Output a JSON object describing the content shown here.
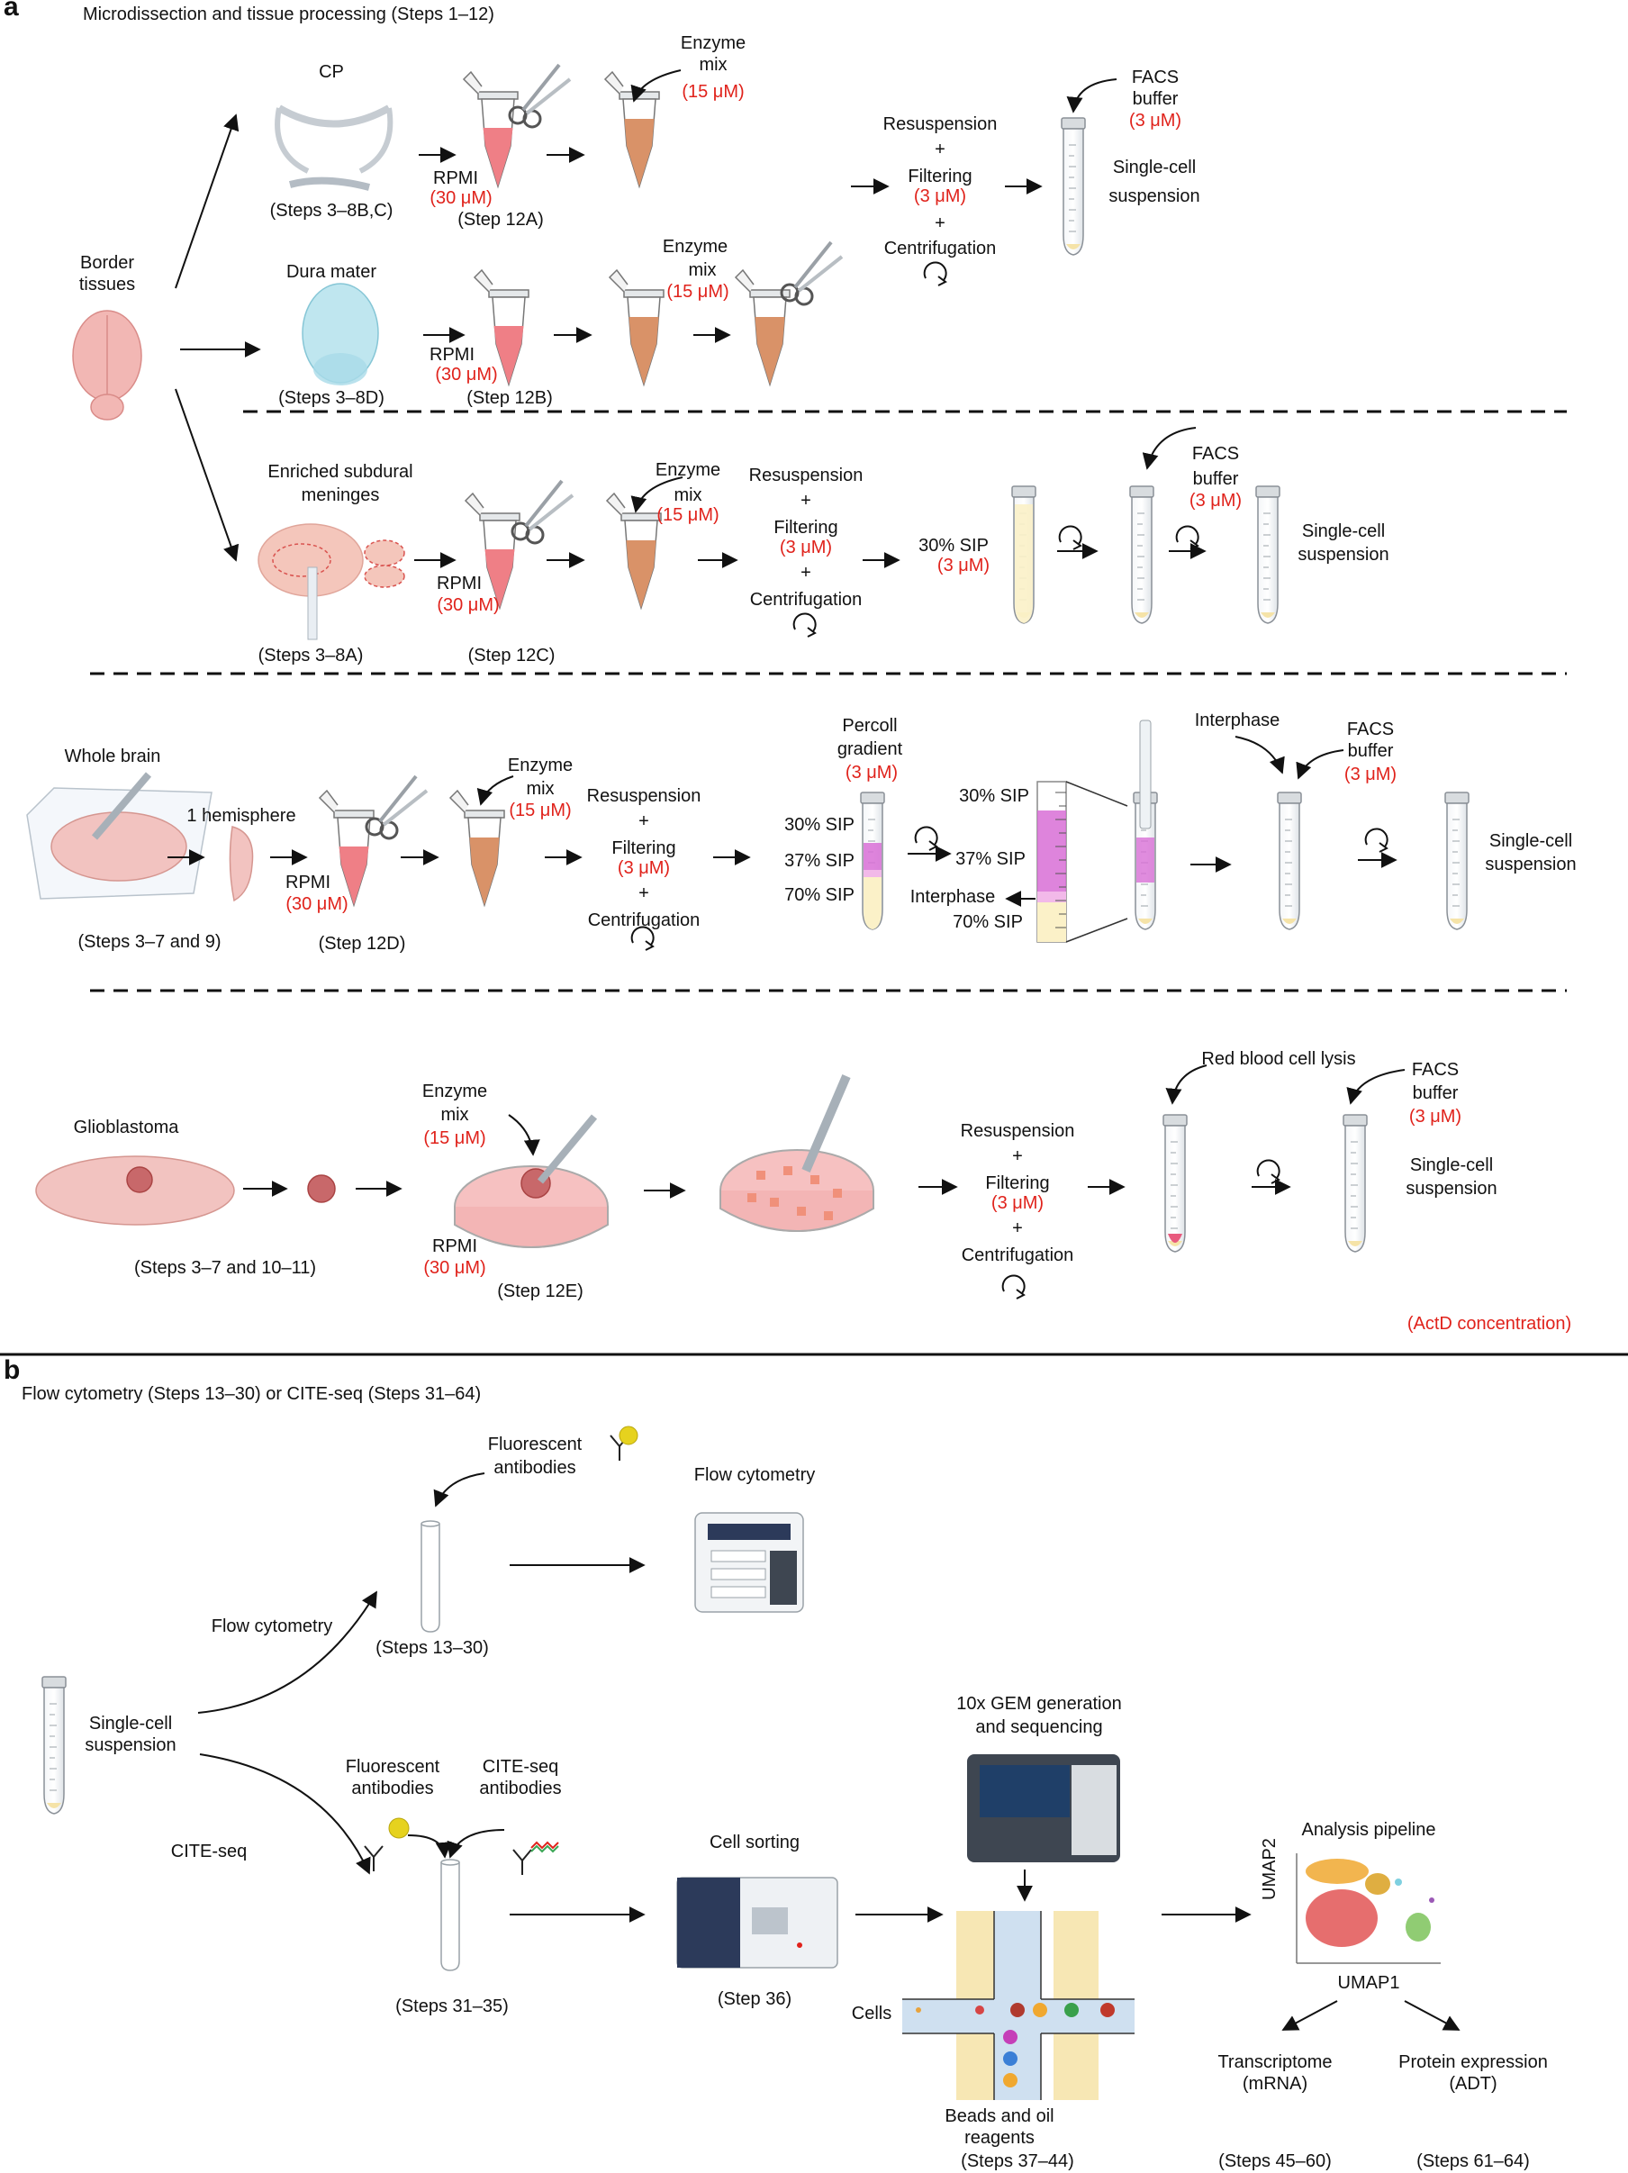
{
  "panel_a": {
    "letter": "a",
    "title": "Microdissection and tissue processing (Steps 1–12)",
    "border_tissues": [
      "Border",
      "tissues"
    ],
    "cp": {
      "label": "CP",
      "steps": "(Steps 3–8B,C)",
      "rpmi": "RPMI",
      "rpmi_conc": "(30 μM)",
      "step": "(Step 12A)",
      "enzyme": [
        "Enzyme",
        "mix"
      ],
      "enzyme_conc": "(15 μM)"
    },
    "dura": {
      "label": "Dura mater",
      "steps": "(Steps 3–8D)",
      "rpmi": "RPMI",
      "rpmi_conc": "(30 μM)",
      "step": "(Step 12B)",
      "enzyme": [
        "Enzyme",
        "mix"
      ],
      "enzyme_conc": "(15 μM)"
    },
    "top_processing": {
      "lines": [
        "Resuspension",
        "+",
        "Filtering",
        "+",
        "Centrifugation"
      ],
      "filter_conc": "(3 μM)",
      "facs": "FACS",
      "buffer": "buffer",
      "facs_conc": "(3 μM)",
      "result": [
        "Single-cell",
        "suspension"
      ]
    },
    "subdural": {
      "label": [
        "Enriched subdural",
        "meninges"
      ],
      "steps": "(Steps 3–8A)",
      "rpmi": "RPMI",
      "rpmi_conc": "(30 μM)",
      "step": "(Step 12C)",
      "enzyme": [
        "Enzyme",
        "mix"
      ],
      "enzyme_conc": "(15 μM)",
      "processing": [
        "Resuspension",
        "+",
        "Filtering",
        "+",
        "Centrifugation"
      ],
      "filter_conc": "(3 μM)",
      "sip": "30% SIP",
      "sip_conc": "(3 μM)",
      "facs": "FACS",
      "buffer": "buffer",
      "facs_conc": "(3 μM)",
      "result": [
        "Single-cell",
        "suspension"
      ]
    },
    "brain": {
      "label": "Whole brain",
      "hemisphere": "1 hemisphere",
      "steps": "(Steps 3–7 and 9)",
      "rpmi": "RPMI",
      "rpmi_conc": "(30 μM)",
      "step": "(Step 12D)",
      "enzyme": [
        "Enzyme",
        "mix"
      ],
      "enzyme_conc": "(15 μM)",
      "processing": [
        "Resuspension",
        "+",
        "Filtering",
        "+",
        "Centrifugation"
      ],
      "filter_conc": "(3 μM)",
      "percoll": [
        "Percoll",
        "gradient"
      ],
      "percoll_conc": "(3 μM)",
      "layers": [
        "30% SIP",
        "37% SIP",
        "70% SIP"
      ],
      "zoom_layers": [
        "30% SIP",
        "37% SIP",
        "Interphase",
        "70% SIP"
      ],
      "interphase": "Interphase",
      "facs": "FACS",
      "buffer": "buffer",
      "facs_conc": "(3 μM)",
      "result": [
        "Single-cell",
        "suspension"
      ]
    },
    "gbm": {
      "label": "Glioblastoma",
      "steps": "(Steps 3–7 and 10–11)",
      "enzyme": [
        "Enzyme",
        "mix"
      ],
      "enzyme_conc": "(15 μM)",
      "rpmi": "RPMI",
      "rpmi_conc": "(30 μM)",
      "step": "(Step 12E)",
      "processing": [
        "Resuspension",
        "+",
        "Filtering",
        "+",
        "Centrifugation"
      ],
      "filter_conc": "(3 μM)",
      "rbc": "Red blood cell lysis",
      "facs": "FACS",
      "buffer": "buffer",
      "facs_conc": "(3 μM)",
      "result": [
        "Single-cell",
        "suspension"
      ]
    },
    "legend": "(ActD concentration)"
  },
  "panel_b": {
    "letter": "b",
    "title": "Flow cytometry (Steps 13–30) or CITE-seq (Steps 31–64)",
    "start": [
      "Single-cell",
      "suspension"
    ],
    "flow_branch": "Flow cytometry",
    "fluor_top": [
      "Fluorescent",
      "antibodies"
    ],
    "flow_steps": "(Steps 13–30)",
    "flow_machine": "Flow cytometry",
    "cite_branch": "CITE-seq",
    "fluor_bottom": [
      "Fluorescent",
      "antibodies"
    ],
    "cite_ab": [
      "CITE-seq",
      "antibodies"
    ],
    "cite_steps": "(Steps 31–35)",
    "sorting": "Cell sorting",
    "sorting_step": "(Step 36)",
    "gem": [
      "10x GEM generation",
      "and sequencing"
    ],
    "cells": "Cells",
    "beads": [
      "Beads and oil",
      "reagents"
    ],
    "gem_steps": "(Steps 37–44)",
    "analysis": "Analysis pipeline",
    "umap_x": "UMAP1",
    "umap_y": "UMAP2",
    "transcriptome": [
      "Transcriptome",
      "(mRNA)"
    ],
    "transcriptome_steps": "(Steps 45–60)",
    "protein": [
      "Protein expression",
      "(ADT)"
    ],
    "protein_steps": "(Steps 61–64)"
  },
  "colors": {
    "concentration": "#e0221b",
    "rpmi": "#ef7f86",
    "enzyme": "#d99268",
    "percoll": "#d86fd6"
  }
}
